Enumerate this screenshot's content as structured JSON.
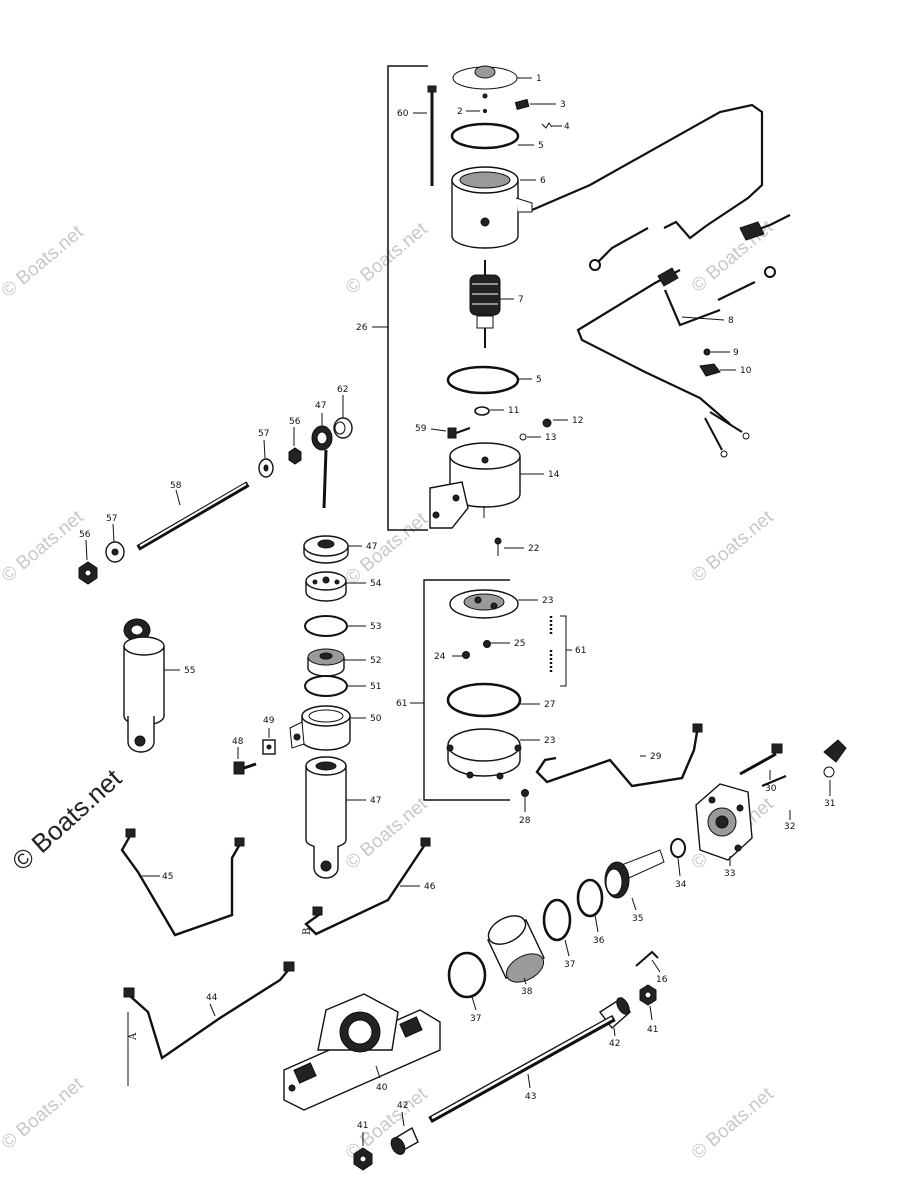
{
  "watermarks": {
    "small": "© Boats.net",
    "big": "© Boats.net"
  },
  "labels": {
    "p1": "1",
    "p2": "2",
    "p3": "3",
    "p4": "4",
    "p5a": "5",
    "p5b": "5",
    "p6": "6",
    "p7": "7",
    "p8": "8",
    "p9": "9",
    "p10": "10",
    "p11": "11",
    "p12": "12",
    "p13": "13",
    "p14": "14",
    "p16": "16",
    "p22": "22",
    "p23a": "23",
    "p23b": "23",
    "p24": "24",
    "p25": "25",
    "p26": "26",
    "p27": "27",
    "p28": "28",
    "p29": "29",
    "p30": "30",
    "p31": "31",
    "p32": "32",
    "p33": "33",
    "p34": "34",
    "p35": "35",
    "p36": "36",
    "p37a": "37",
    "p37b": "37",
    "p38": "38",
    "p40": "40",
    "p41a": "41",
    "p41b": "41",
    "p42a": "42",
    "p42b": "42",
    "p43": "43",
    "p44": "44",
    "p45": "45",
    "p46": "46",
    "p47a": "47",
    "p47b": "47",
    "p47c": "47",
    "p48": "48",
    "p49": "49",
    "p50": "50",
    "p51": "51",
    "p52": "52",
    "p53": "53",
    "p54": "54",
    "p55": "55",
    "p56a": "56",
    "p56b": "56",
    "p57a": "57",
    "p57b": "57",
    "p58": "58",
    "p59": "59",
    "p60": "60",
    "p61a": "61",
    "p61b": "61",
    "p62": "62",
    "lA": "A",
    "lB": "B"
  }
}
